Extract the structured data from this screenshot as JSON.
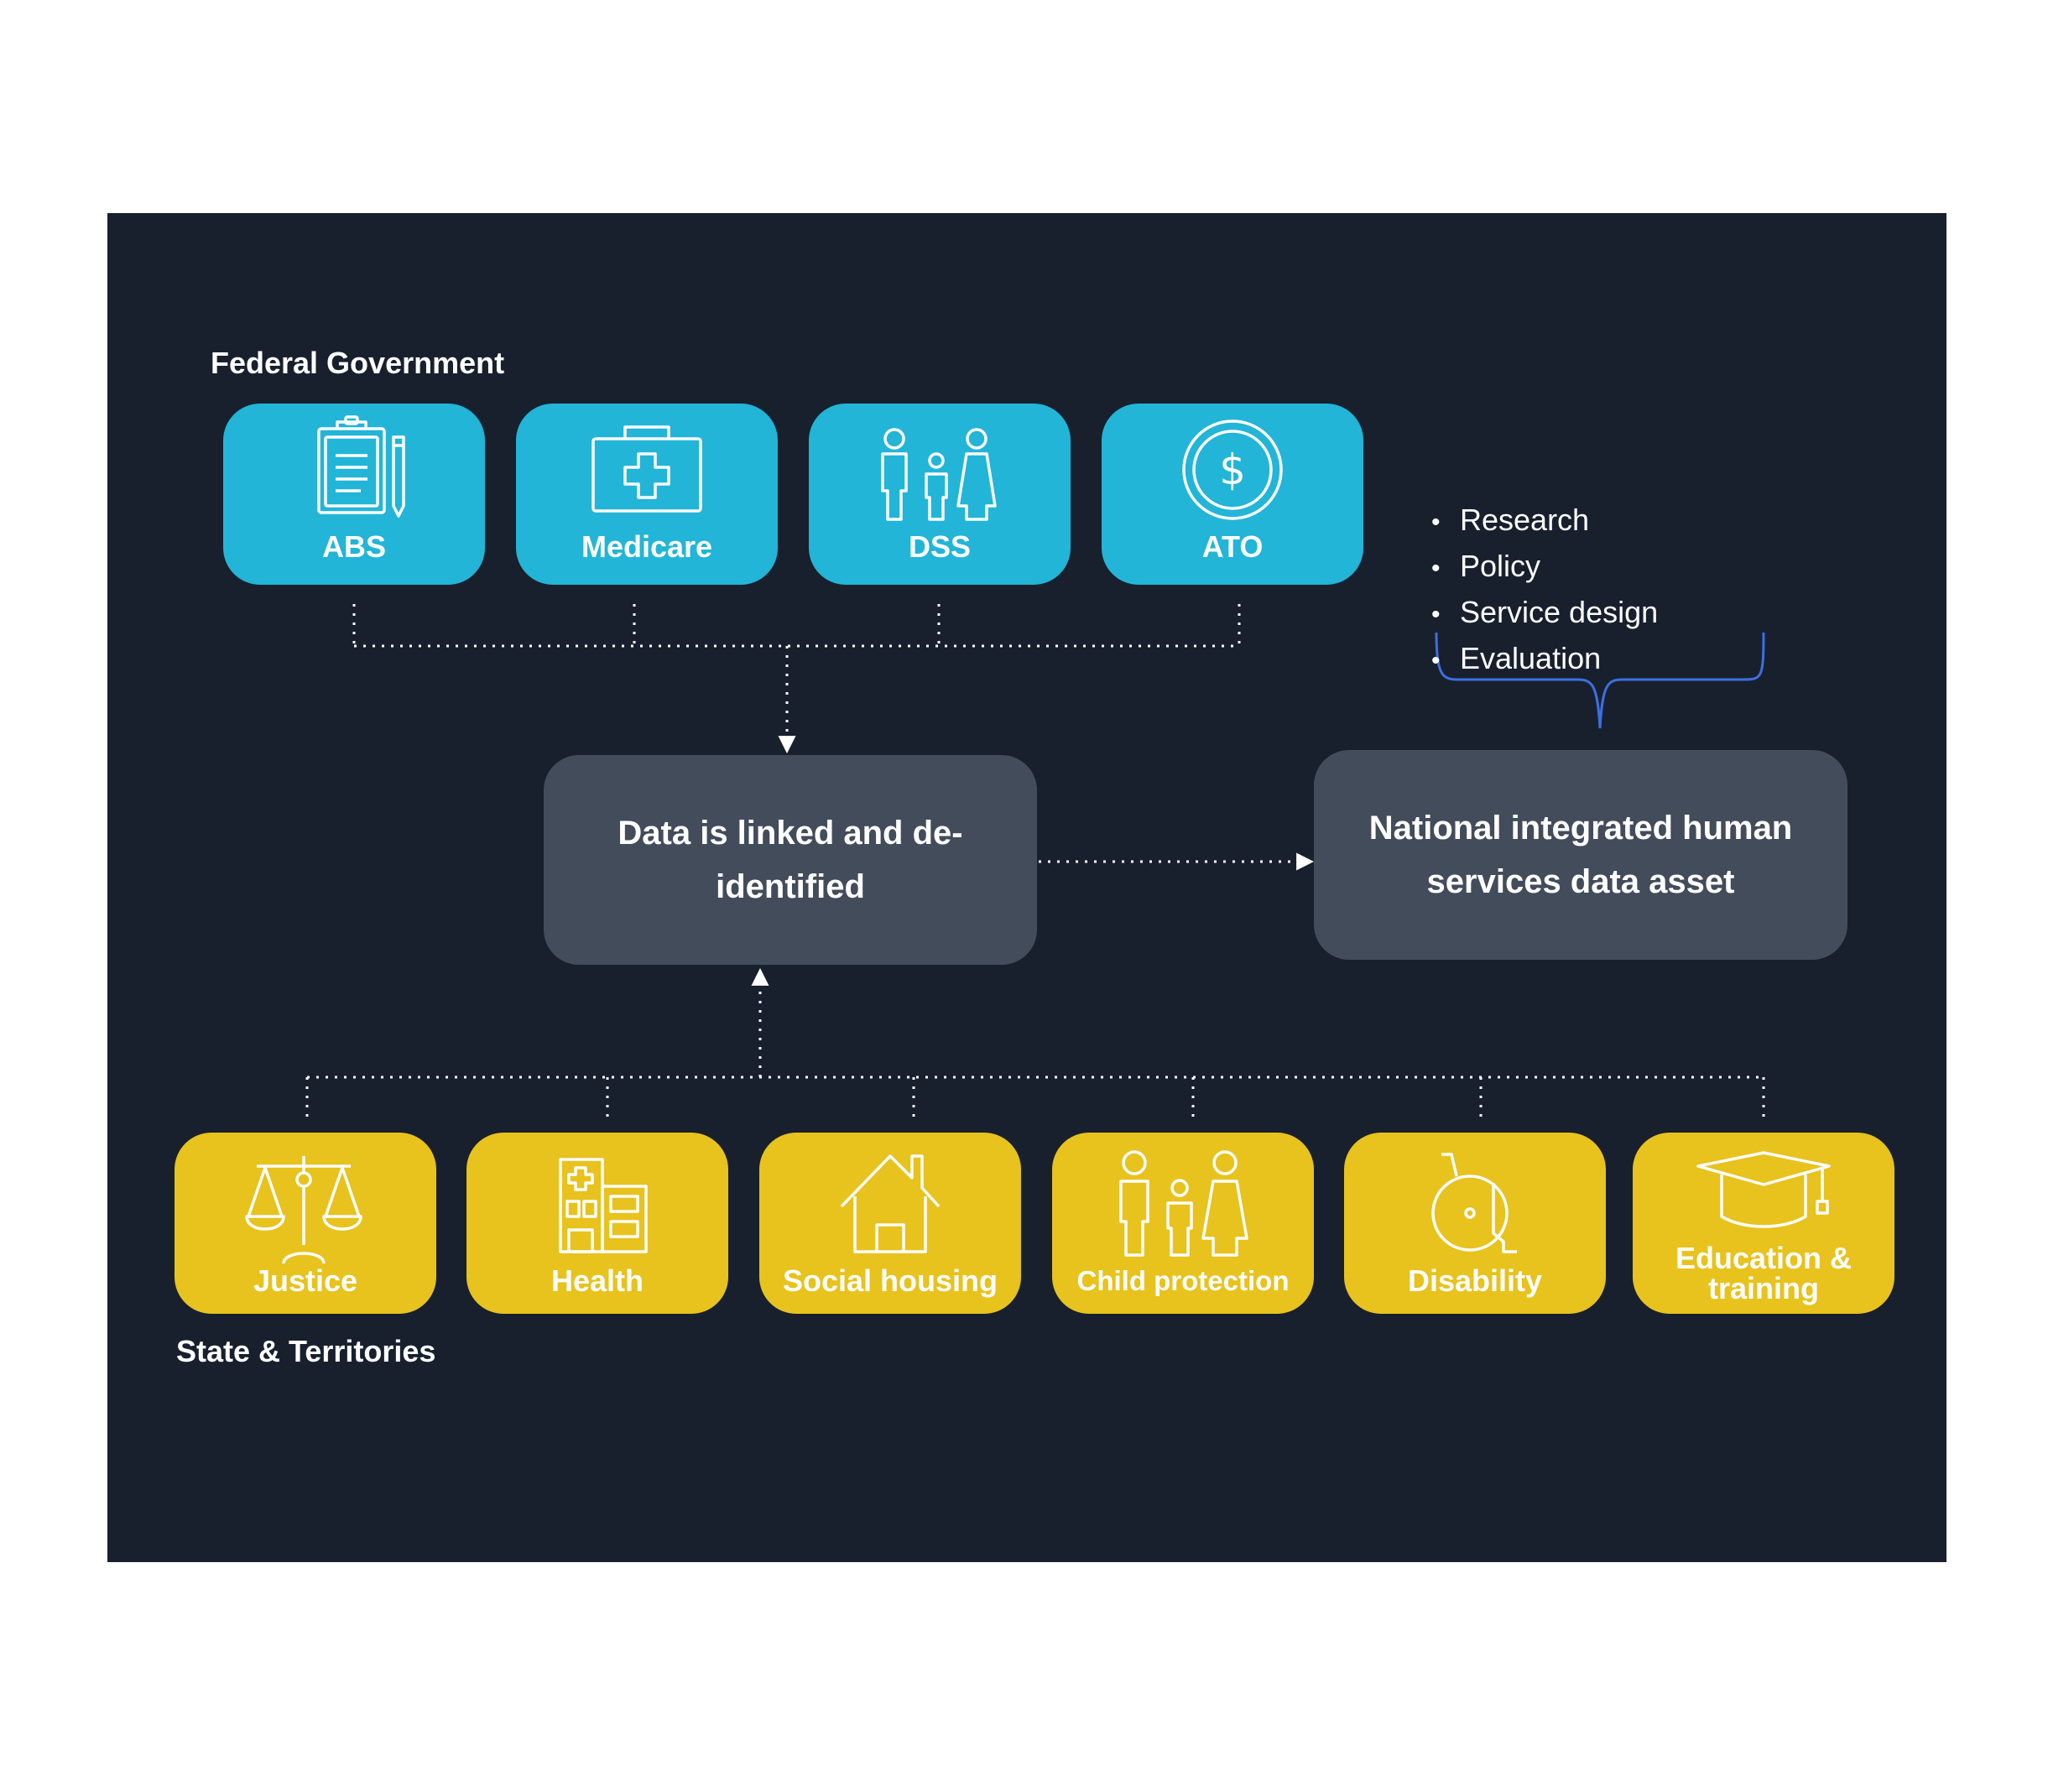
{
  "federal": {
    "heading": "Federal Government",
    "agencies": [
      {
        "label": "ABS",
        "icon": "clipboard-pencil-icon"
      },
      {
        "label": "Medicare",
        "icon": "medical-kit-icon"
      },
      {
        "label": "DSS",
        "icon": "family-icon"
      },
      {
        "label": "ATO",
        "icon": "dollar-coin-icon"
      }
    ]
  },
  "process": {
    "link_box": "Data is linked and de-identified",
    "asset_box": "National integrated human services data asset"
  },
  "uses": [
    "Research",
    "Policy",
    "Service design",
    "Evaluation"
  ],
  "state": {
    "heading": "State & Territories",
    "domains": [
      {
        "label": "Justice",
        "icon": "scales-icon"
      },
      {
        "label": "Health",
        "icon": "hospital-building-icon"
      },
      {
        "label": "Social housing",
        "icon": "house-icon"
      },
      {
        "label": "Child protection",
        "icon": "family-icon"
      },
      {
        "label": "Disability",
        "icon": "wheelchair-icon"
      },
      {
        "label": "Education & training",
        "icon": "graduation-cap-icon"
      }
    ]
  },
  "colors": {
    "panel": "#18202e",
    "federal_box": "#22b5d7",
    "state_box": "#e8c21d",
    "process_box": "#434c5b",
    "brace": "#3d6fe0"
  }
}
